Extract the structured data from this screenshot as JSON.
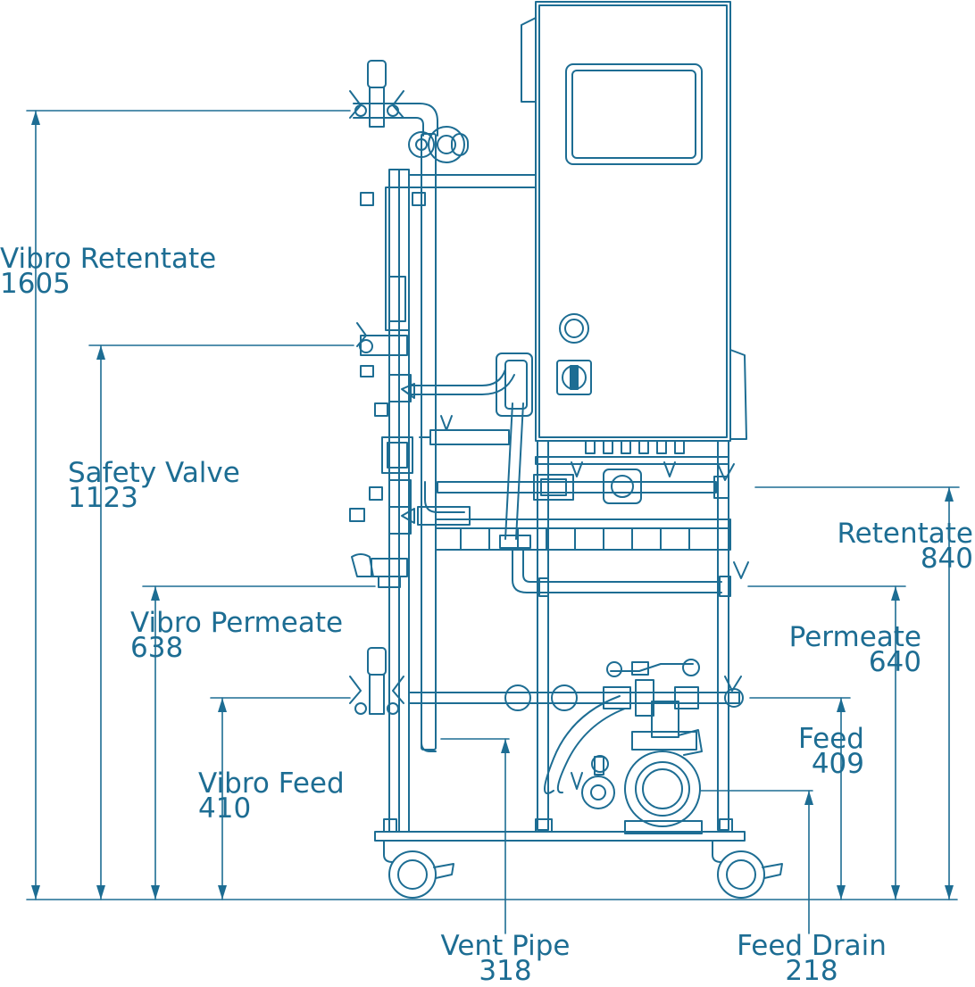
{
  "colors": {
    "line": "#1d6d93",
    "fill": "#ffffff"
  },
  "dimensions": [
    {
      "id": "vibro-retentate",
      "label": "Vibro Retentate",
      "value": "1605"
    },
    {
      "id": "safety-valve",
      "label": "Safety Valve",
      "value": "1123"
    },
    {
      "id": "vibro-permeate",
      "label": "Vibro Permeate",
      "value": "638"
    },
    {
      "id": "vibro-feed",
      "label": "Vibro Feed",
      "value": "410"
    },
    {
      "id": "vent-pipe",
      "label": "Vent Pipe",
      "value": "318"
    },
    {
      "id": "feed-drain",
      "label": "Feed Drain",
      "value": "218"
    },
    {
      "id": "retentate",
      "label": "Retentate",
      "value": "840"
    },
    {
      "id": "permeate",
      "label": "Permeate",
      "value": "640"
    },
    {
      "id": "feed",
      "label": "Feed",
      "value": "409"
    }
  ]
}
